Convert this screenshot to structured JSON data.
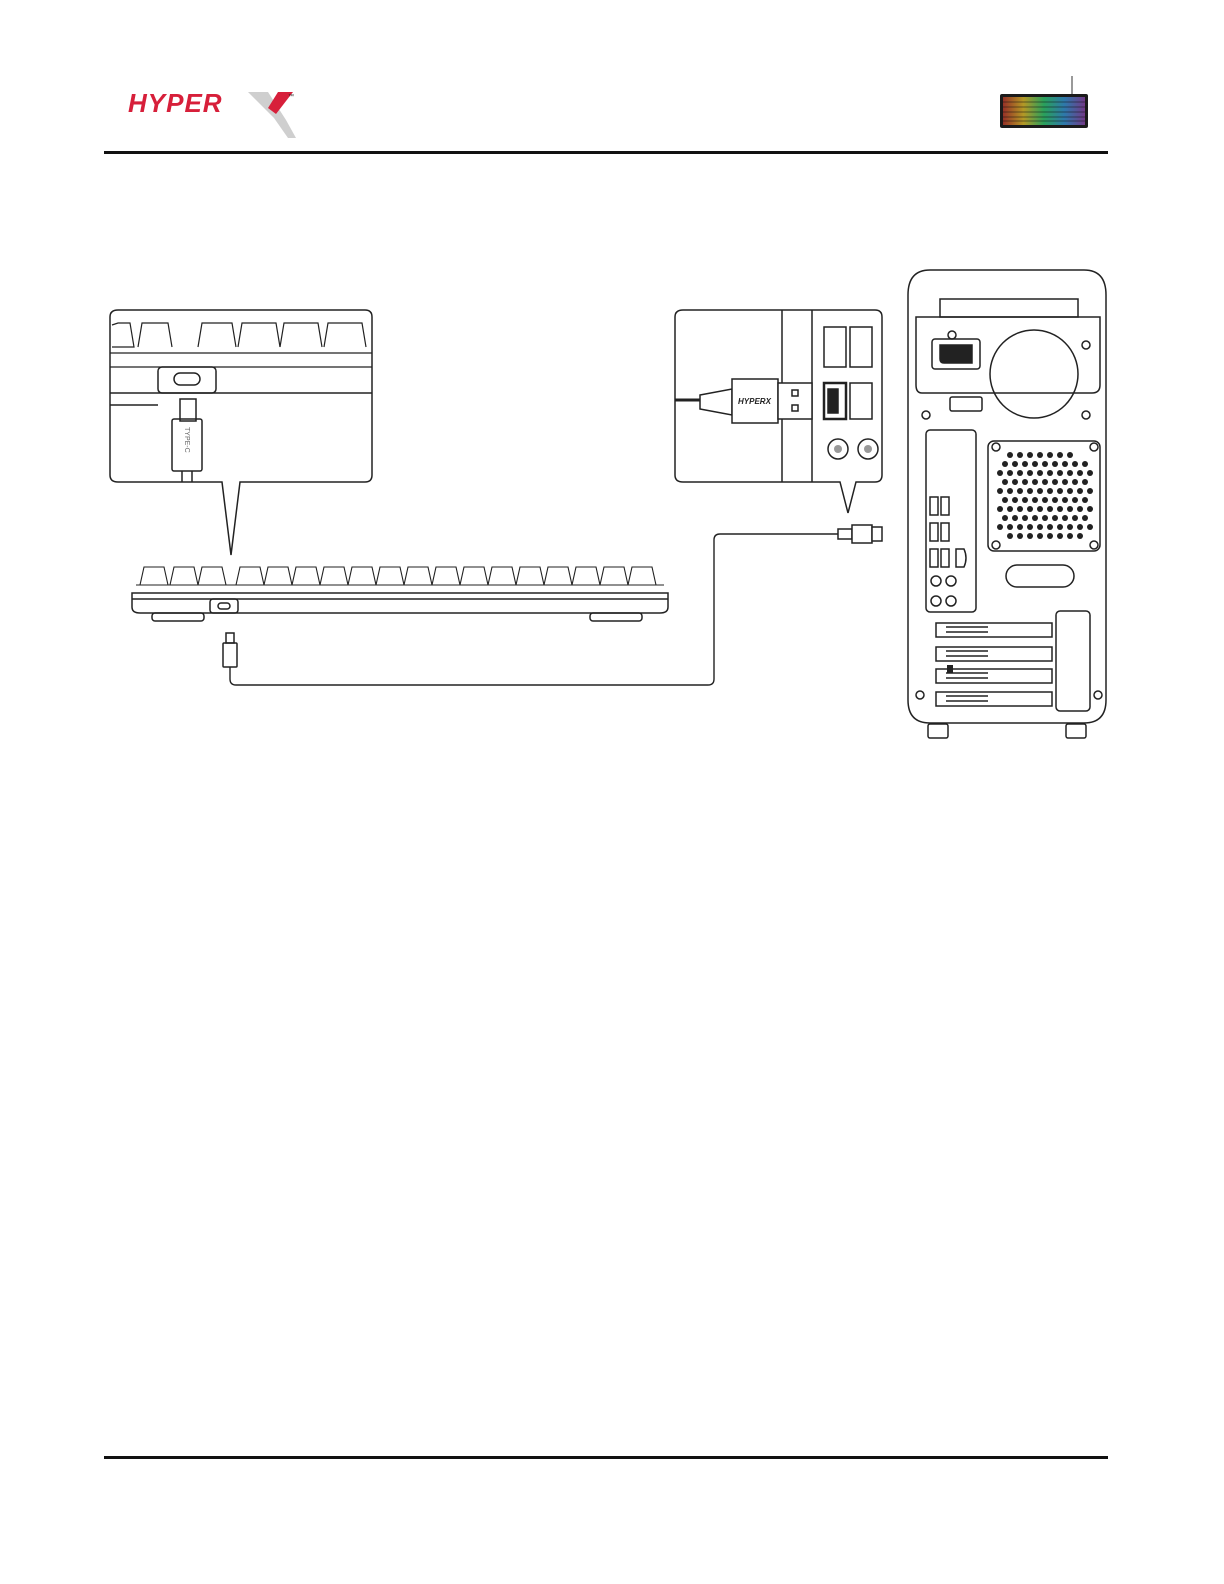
{
  "header": {
    "brand_logo_text": "HYPERX",
    "trademark": "™"
  },
  "colors": {
    "brand_red": "#d71f3a",
    "line": "#111111"
  },
  "diagram": {
    "callout_left_port_label": "TYPE-C",
    "callout_right_plug_logo": "HYPERX",
    "icons": [
      "keyboard-usb-c-port",
      "usb-a-plug",
      "pc-tower-rear",
      "usb-c-plug"
    ]
  }
}
